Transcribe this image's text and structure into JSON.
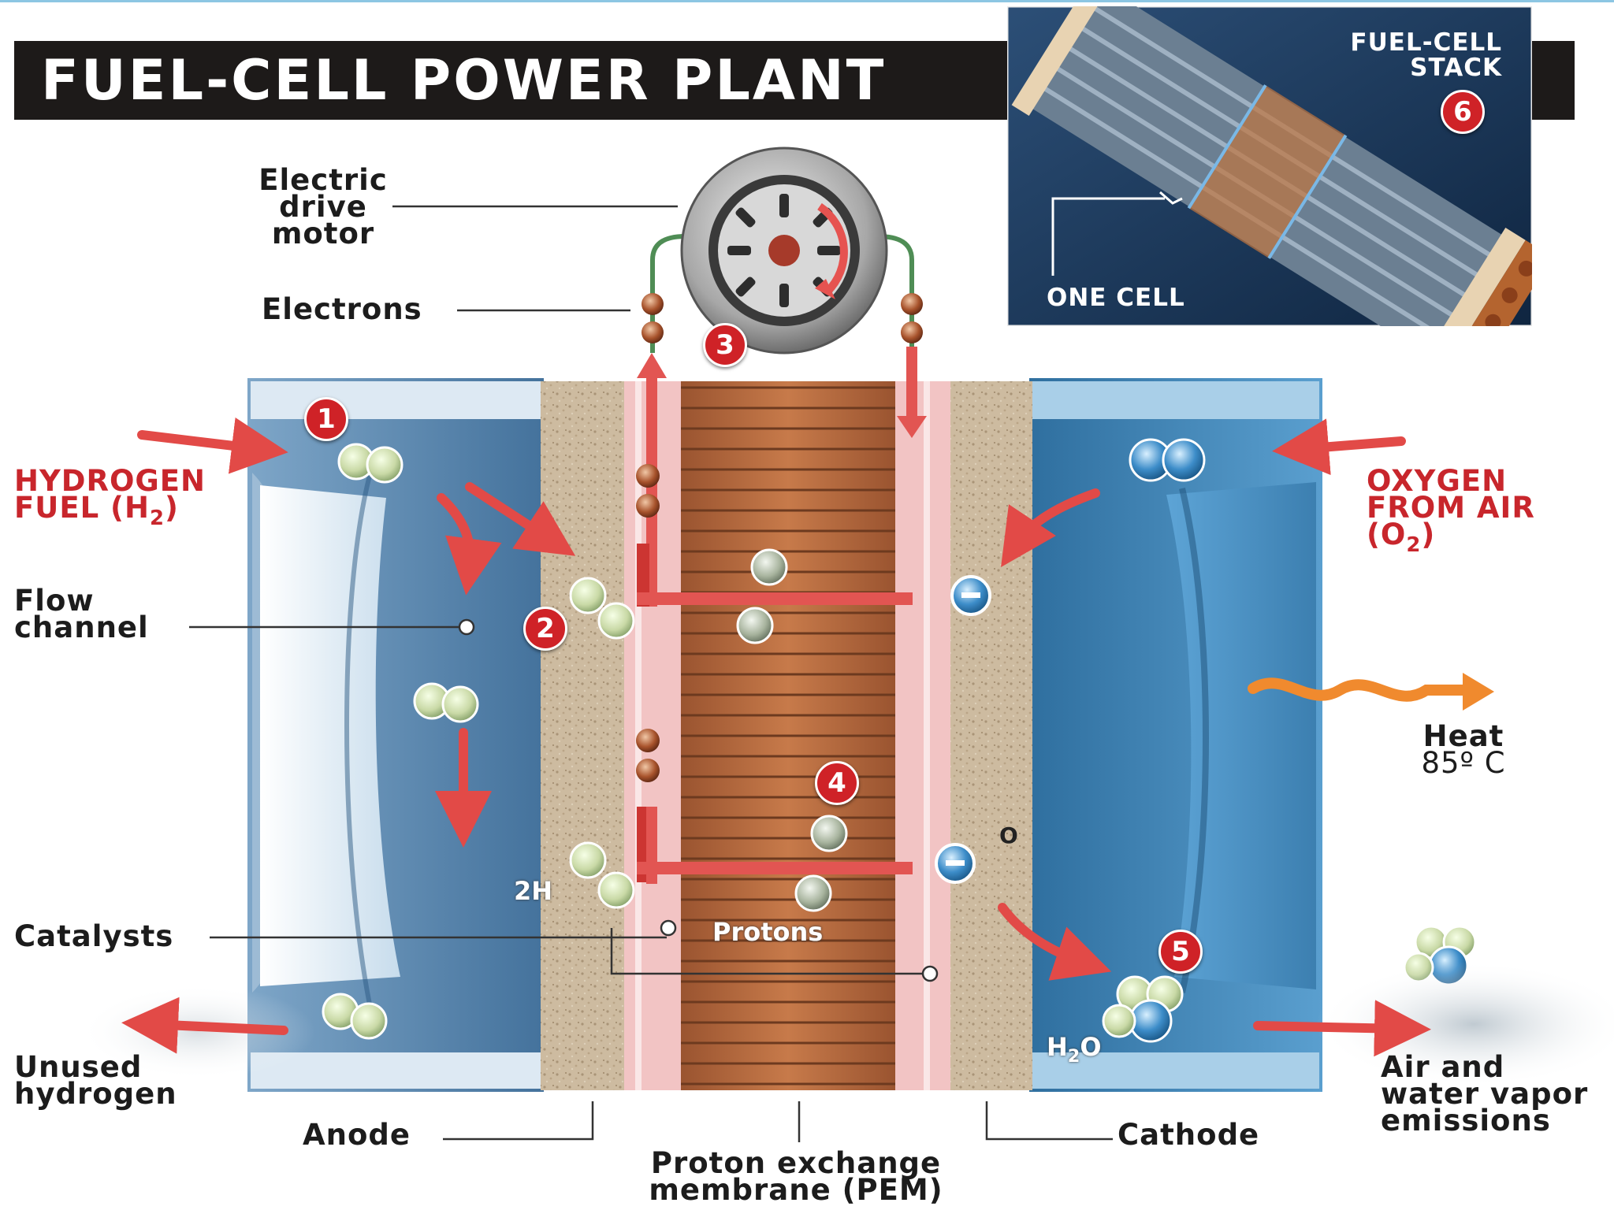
{
  "title": "FUEL-CELL POWER PLANT",
  "inset": {
    "stack_label_1": "FUEL-CELL",
    "stack_label_2": "STACK",
    "stack_step": "6",
    "one_cell": "ONE CELL"
  },
  "labels": {
    "motor_1": "Electric",
    "motor_2": "drive",
    "motor_3": "motor",
    "electrons": "Electrons",
    "hydrogen_1": "HYDROGEN",
    "hydrogen_2": "FUEL (H",
    "hydrogen_sub": "2",
    "hydrogen_close": ")",
    "oxygen_1": "OXYGEN",
    "oxygen_2": "FROM AIR",
    "oxygen_3": "(O",
    "oxygen_sub": "2",
    "oxygen_close": ")",
    "flow_1": "Flow",
    "flow_2": "channel",
    "heat": "Heat",
    "heat_temp": "85º C",
    "catalysts": "Catalysts",
    "two_h": "2H",
    "o": "O",
    "protons": "Protons",
    "h2o": "H",
    "h2o_sub": "2",
    "h2o_o": "O",
    "unused_1": "Unused",
    "unused_2": "hydrogen",
    "emissions_1": "Air and",
    "emissions_2": "water vapor",
    "emissions_3": "emissions",
    "anode": "Anode",
    "cathode": "Cathode",
    "pem_1": "Proton exchange",
    "pem_2": "membrane (PEM)"
  },
  "steps": [
    "1",
    "2",
    "3",
    "4",
    "5"
  ],
  "icons": [
    "electric-motor-icon",
    "hydrogen-molecule-icon",
    "oxygen-molecule-icon",
    "electron-icon",
    "proton-icon",
    "water-molecule-icon",
    "heat-wave-icon",
    "fuel-cell-stack-icon"
  ],
  "colors": {
    "accent": "#cf2227",
    "title_bg": "#1d1a19",
    "label_red": "#c8262c",
    "cathode_blue": "#3e82b5",
    "anode_blue": "#4b7aa4",
    "membrane": "#b8673b"
  }
}
